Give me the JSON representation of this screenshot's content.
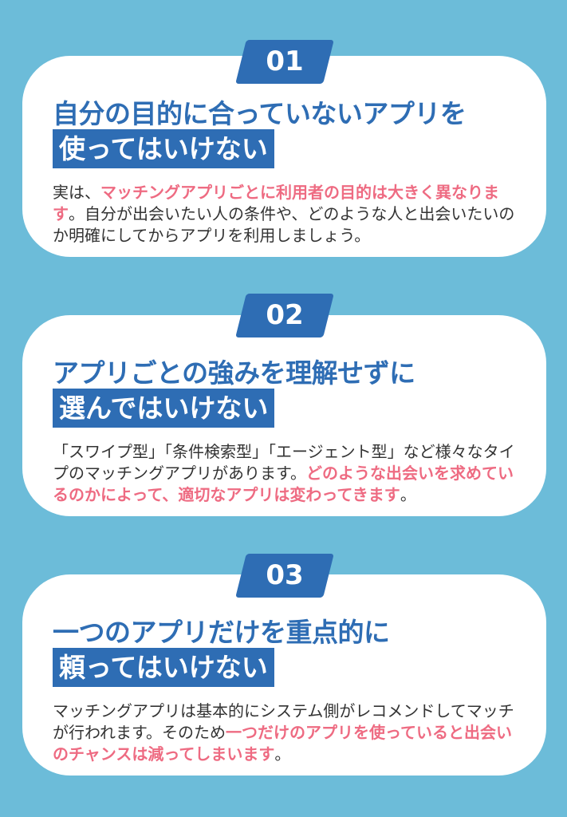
{
  "colors": {
    "background": "#6cbcd9",
    "accent": "#2e6db4",
    "highlight": "#ee6b82"
  },
  "sections": [
    {
      "number": "01",
      "title_line1": "自分の目的に合っていないアプリを",
      "title_line2": "使ってはいけない",
      "body": [
        {
          "text": "実は、",
          "hl": false
        },
        {
          "text": "マッチングアプリごとに利用者の目的は大きく異なります",
          "hl": true
        },
        {
          "text": "。自分が出会いたい人の条件や、どのような人と出会いたいのか明確にしてからアプリを利用しましょう。",
          "hl": false
        }
      ]
    },
    {
      "number": "02",
      "title_line1": "アプリごとの強みを理解せずに",
      "title_line2": "選んではいけない",
      "body": [
        {
          "text": "「スワイプ型」「条件検索型」「エージェント型」など様々なタイプのマッチングアプリがあります。",
          "hl": false
        },
        {
          "text": "どのような出会いを求めているのかによって、適切なアプリは変わってきます",
          "hl": true
        },
        {
          "text": "。",
          "hl": false
        }
      ]
    },
    {
      "number": "03",
      "title_line1": "一つのアプリだけを重点的に",
      "title_line2": "頼ってはいけない",
      "body": [
        {
          "text": "マッチングアプリは基本的にシステム側がレコメンドしてマッチが行われます。そのため",
          "hl": false
        },
        {
          "text": "一つだけのアプリを使っていると出会いのチャンスは減ってしまいます",
          "hl": true
        },
        {
          "text": "。",
          "hl": false
        }
      ]
    }
  ]
}
